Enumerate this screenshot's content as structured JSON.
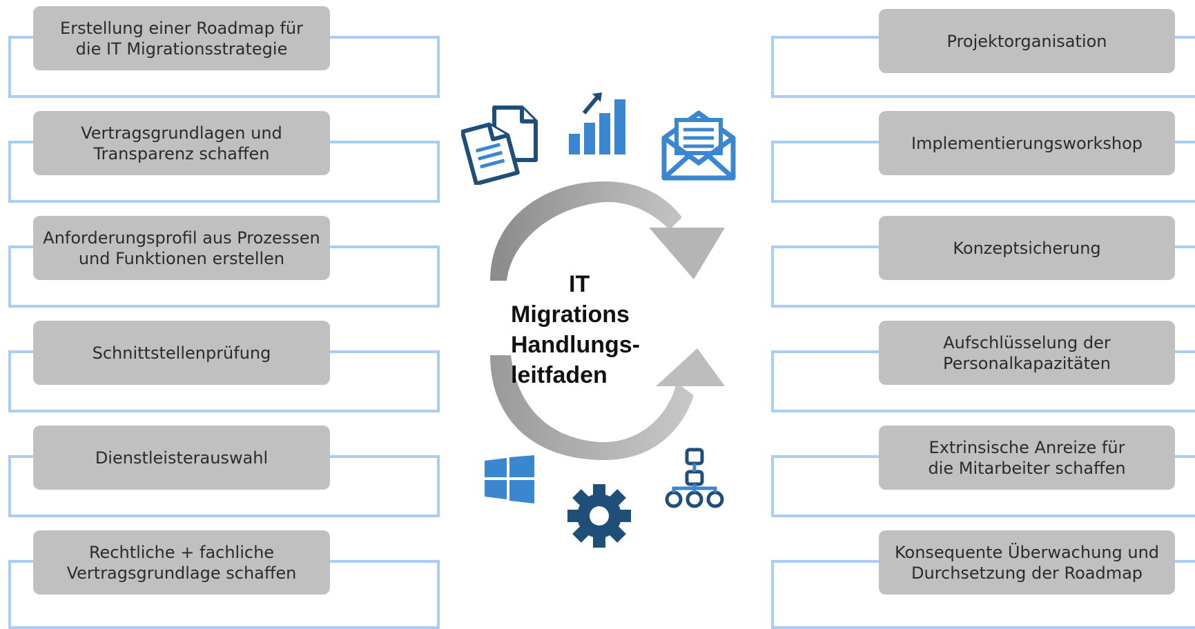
{
  "center": {
    "title_lines": [
      "IT",
      "Migrations",
      "Handlungs-",
      "leitfaden"
    ]
  },
  "left_items": [
    "Erstellung einer Roadmap für\ndie IT Migrationsstrategie",
    "Vertragsgrundlagen und\nTransparenz schaffen",
    "Anforderungsprofil aus Prozessen\nund Funktionen erstellen",
    "Schnittstellenprüfung",
    "Dienstleisterauswahl",
    "Rechtliche + fachliche\nVertragsgrundlage schaffen"
  ],
  "right_items": [
    "Projektorganisation",
    "Implementierungsworkshop",
    "Konzeptsicherung",
    "Aufschlüsselung der\nPersonalkapazitäten",
    "Extrinsische Anreize für\ndie Mitarbeiter schaffen",
    "Konsequente Überwachung und\nDurchsetzung der Roadmap"
  ],
  "icons": [
    "documents-icon",
    "bar-chart-icon",
    "envelope-icon",
    "windows-logo-icon",
    "gear-icon",
    "hierarchy-icon"
  ],
  "colors": {
    "frame": "#a9cdf4",
    "box": "#c0c0c0",
    "icon_dark": "#1f4e79",
    "icon_blue": "#3a86d1"
  }
}
